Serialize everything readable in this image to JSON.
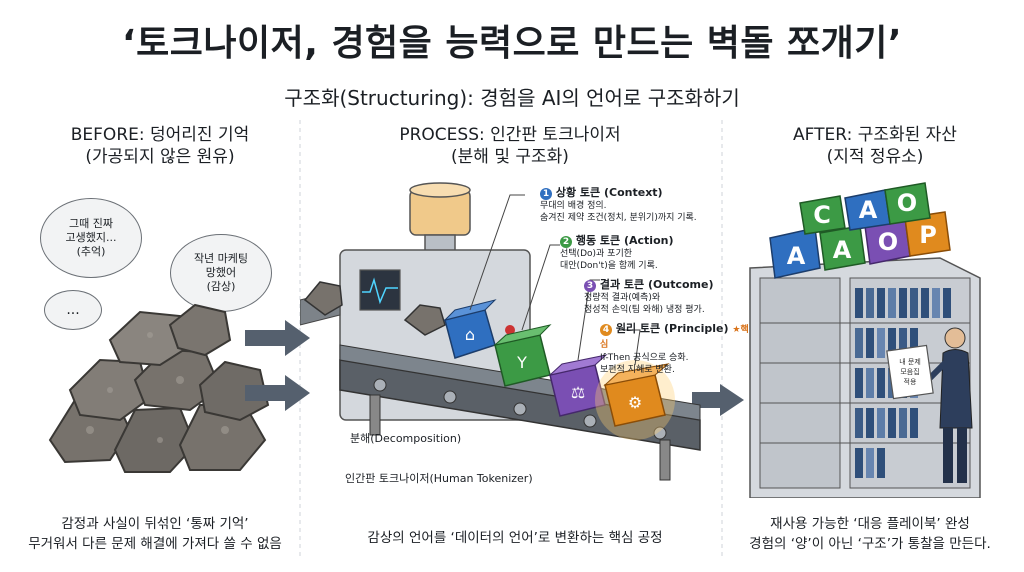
{
  "title": "‘토크나이저, 경험을 능력으로 만드는 벽돌 쪼개기’",
  "subtitle": "구조화(Structuring): 경험을 AI의 언어로 구조화하기",
  "before": {
    "heading": "BEFORE: 덩어리진 기억",
    "heading2": "(가공되지 않은 원유)",
    "bubble1": [
      "그때 진짜",
      "고생했지...",
      "(추억)"
    ],
    "bubble2": [
      "작년 마케팅",
      "망했어",
      "(감상)"
    ],
    "bubble3": "...",
    "caption1": "감정과 사실이 뒤섞인 ‘통짜 기억’",
    "caption2": "무거워서 다른 문제 해결에 가져다 쓸 수 없음"
  },
  "process": {
    "heading": "PROCESS: 인간판 토크나이저",
    "heading2": "(분해 및 구조화)",
    "label_decomp": "분해(Decomposition)",
    "label_tokenizer": "인간판 토크나이저(Human Tokenizer)",
    "caption": "감상의 언어를 ‘데이터의 언어’로 변환하는 핵심 공정",
    "tokens": [
      {
        "num": "1",
        "title": "상황 토큰 (Context)",
        "line1": "무대의 배경 정의.",
        "line2": "숨겨진 제약 조건(정치, 분위기)까지 기록.",
        "color": "#2f6fc0"
      },
      {
        "num": "2",
        "title": "행동 토큰 (Action)",
        "line1": "선택(Do)과 포기한",
        "line2": "대안(Don't)을 함께 기록.",
        "color": "#3c9a45"
      },
      {
        "num": "3",
        "title": "결과 토큰 (Outcome)",
        "line1": "정량적 결과(예측)와",
        "line2": "정성적 손익(팀 와해) 냉정 평가.",
        "color": "#7a4fb3"
      },
      {
        "num": "4",
        "title": "원리 토큰 (Principle)",
        "star": "★핵심",
        "line1": "If-Then 공식으로 승화.",
        "line2": "보편적 지혜로 변환.",
        "color": "#e08a1e"
      }
    ]
  },
  "after": {
    "heading": "AFTER: 구조화된 자산",
    "heading2": "(지적 정유소)",
    "cube_letters": [
      "C",
      "A",
      "O",
      "P"
    ],
    "card_lines": [
      "내 문제",
      "모음집",
      "적용"
    ],
    "caption1": "재사용 가능한 ‘대응 플레이북’ 완성",
    "caption2": "경험의 ‘양’이 아닌 ‘구조’가 통찰을 만든다."
  },
  "colors": {
    "context": "#2f6fc0",
    "action": "#3c9a45",
    "outcome": "#7a4fb3",
    "principle": "#e08a1e",
    "rock": "#6f6b66",
    "machine": "#c9ced3"
  }
}
